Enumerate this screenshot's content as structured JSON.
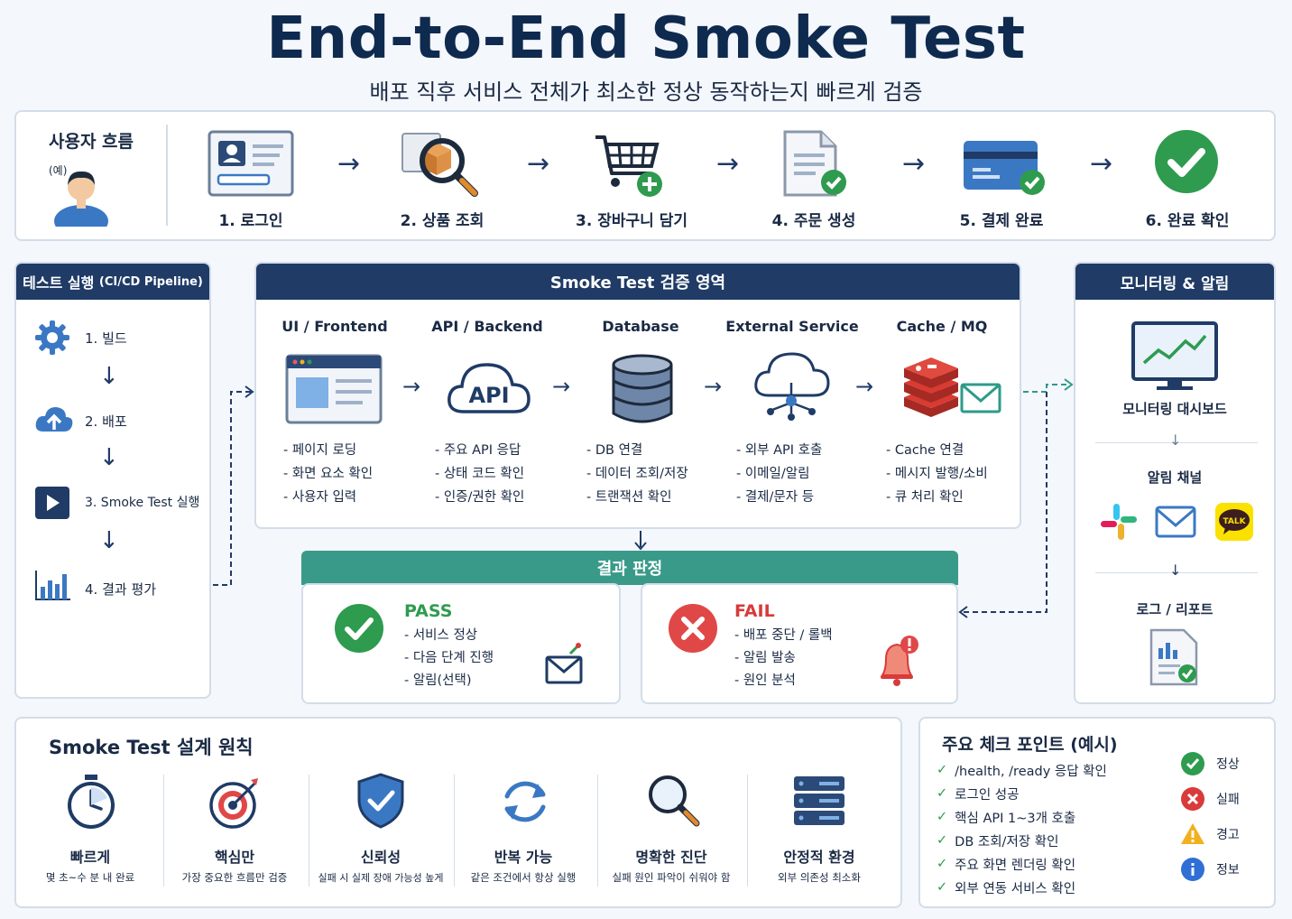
{
  "header": {
    "title": "End-to-End Smoke Test",
    "subtitle": "배포 직후 서비스 전체가 최소한 정상 동작하는지 빠르게 검증"
  },
  "user_flow": {
    "title": "사용자 흐름",
    "example": "(예)",
    "steps": [
      {
        "label": "1. 로그인",
        "icon": "login-card-icon"
      },
      {
        "label": "2. 상품 조회",
        "icon": "product-search-icon"
      },
      {
        "label": "3. 장바구니 담기",
        "icon": "cart-add-icon"
      },
      {
        "label": "4. 주문 생성",
        "icon": "order-document-icon"
      },
      {
        "label": "5. 결제 완료",
        "icon": "payment-card-icon"
      },
      {
        "label": "6. 완료 확인",
        "icon": "check-circle-icon"
      }
    ]
  },
  "pipeline": {
    "title": "테스트 실행",
    "title_suffix": "(CI/CD Pipeline)",
    "steps": [
      {
        "label": "1. 빌드",
        "icon": "gear-icon"
      },
      {
        "label": "2. 배포",
        "icon": "cloud-upload-icon"
      },
      {
        "label": "3. Smoke Test 실행",
        "icon": "play-icon"
      },
      {
        "label": "4. 결과 평가",
        "icon": "bar-chart-icon"
      }
    ]
  },
  "verification": {
    "title": "Smoke Test 검증 영역",
    "categories": [
      {
        "title": "UI / Frontend",
        "icon": "browser-window-icon",
        "bullets": [
          "- 페이지 로딩",
          "- 화면 요소 확인",
          "- 사용자 입력"
        ]
      },
      {
        "title": "API / Backend",
        "icon": "api-cloud-icon",
        "icon_text": "API",
        "bullets": [
          "- 주요 API 응답",
          "- 상태 코드 확인",
          "- 인증/권한 확인"
        ]
      },
      {
        "title": "Database",
        "icon": "database-icon",
        "bullets": [
          "- DB 연결",
          "- 데이터 조회/저장",
          "- 트랜잭션 확인"
        ]
      },
      {
        "title": "External Service",
        "icon": "cloud-network-icon",
        "bullets": [
          "- 외부 API 호출",
          "- 이메일/알림",
          "- 결제/문자 등"
        ]
      },
      {
        "title": "Cache / MQ",
        "icon": "redis-mail-icon",
        "bullets": [
          "- Cache 연결",
          "- 메시지 발행/소비",
          "- 큐 처리 확인"
        ]
      }
    ]
  },
  "result": {
    "title": "결과 판정",
    "pass": {
      "label": "PASS",
      "bullets": [
        "- 서비스 정상",
        "- 다음 단계 진행",
        "- 알림(선택)"
      ]
    },
    "fail": {
      "label": "FAIL",
      "bullets": [
        "- 배포 중단 / 롤백",
        "- 알림 발송",
        "- 원인 분석"
      ]
    }
  },
  "monitoring": {
    "title": "모니터링 & 알림",
    "dashboard_label": "모니터링 대시보드",
    "channels_label": "알림 채널",
    "talk_text": "TALK",
    "log_label": "로그 / 리포트"
  },
  "principles": {
    "title": "Smoke Test 설계 원칙",
    "items": [
      {
        "title": "빠르게",
        "desc": "몇 초~수 분 내 완료",
        "icon": "stopwatch-icon"
      },
      {
        "title": "핵심만",
        "desc": "가장 중요한 흐름만 검증",
        "icon": "target-icon"
      },
      {
        "title": "신뢰성",
        "desc": "실패 시 실제 장애 가능성 높게",
        "icon": "shield-check-icon"
      },
      {
        "title": "반복 가능",
        "desc": "같은 조건에서 항상 실행",
        "icon": "refresh-icon"
      },
      {
        "title": "명확한 진단",
        "desc": "실패 원인 파악이 쉬워야 함",
        "icon": "magnifier-icon"
      },
      {
        "title": "안정적 환경",
        "desc": "외부 의존성 최소화",
        "icon": "server-icon"
      }
    ]
  },
  "checkpoints": {
    "title": "주요 체크 포인트 (예시)",
    "items": [
      "/health, /ready 응답 확인",
      "로그인 성공",
      "핵심 API 1~3개 호출",
      "DB 조회/저장 확인",
      "주요 화면 렌더링 확인",
      "외부 연동 서비스 확인"
    ],
    "legend": [
      {
        "label": "정상",
        "color": "#2e9b4f",
        "icon": "ok-icon"
      },
      {
        "label": "실패",
        "color": "#d93a3a",
        "icon": "fail-icon"
      },
      {
        "label": "경고",
        "color": "#f2b01e",
        "icon": "warning-icon"
      },
      {
        "label": "정보",
        "color": "#2f6fd6",
        "icon": "info-icon"
      }
    ]
  },
  "colors": {
    "navy": "#1f3b66",
    "teal": "#3a9a8a",
    "pass_green": "#2e9b4f",
    "fail_red": "#d93a3a"
  }
}
